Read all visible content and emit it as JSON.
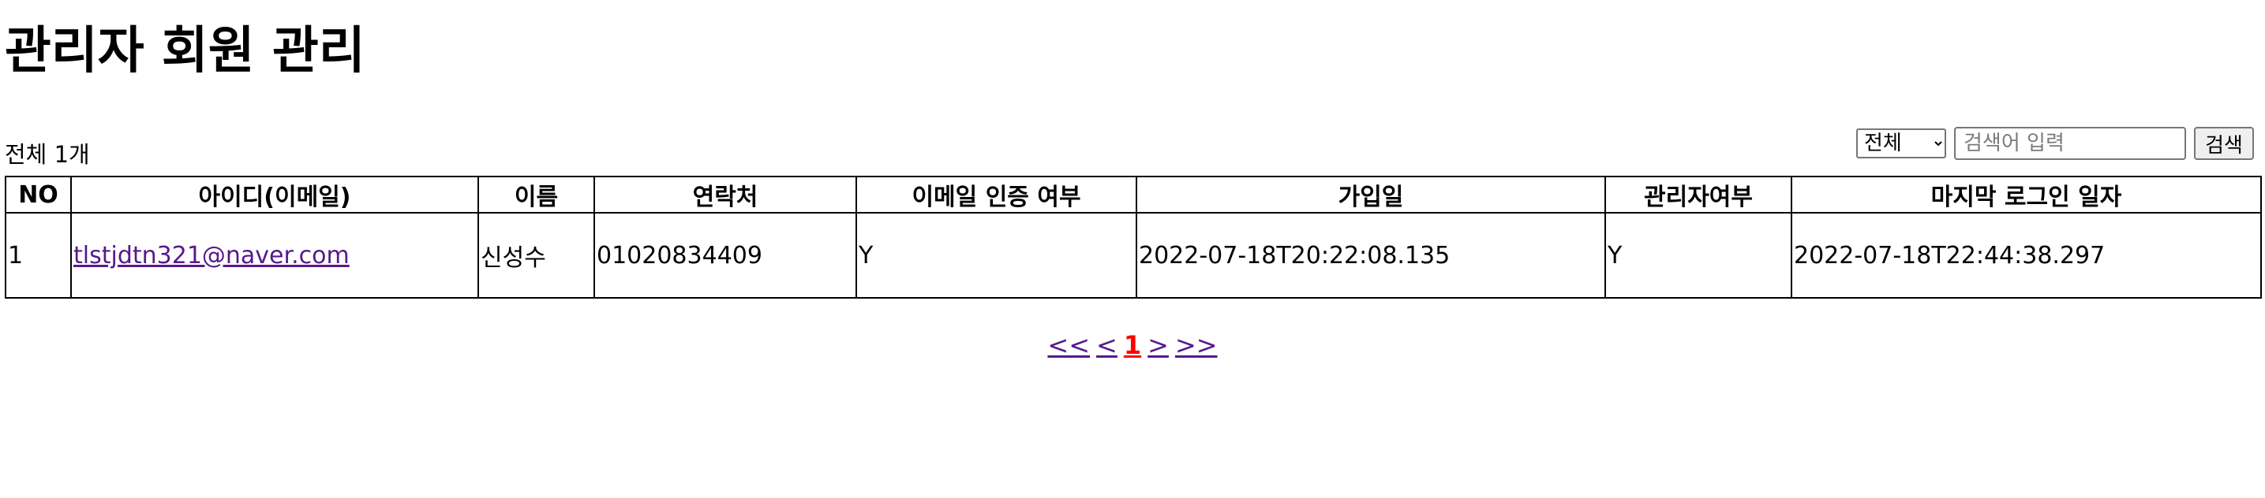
{
  "page": {
    "title": "관리자 회원 관리"
  },
  "summary": {
    "total_text": "전체 1개"
  },
  "search": {
    "options": [
      "전체"
    ],
    "selected": "전체",
    "placeholder": "검색어 입력",
    "button_label": "검색"
  },
  "table": {
    "headers": [
      "NO",
      "아이디(이메일)",
      "이름",
      "연락처",
      "이메일 인증 여부",
      "가입일",
      "관리자여부",
      "마지막 로그인 일자"
    ],
    "rows": [
      {
        "no": "1",
        "email": "tlstjdtn321@naver.com",
        "name": "신성수",
        "phone": "01020834409",
        "email_verified": "Y",
        "joined_at": "2022-07-18T20:22:08.135",
        "is_admin": "Y",
        "last_login": "2022-07-18T22:44:38.297"
      }
    ]
  },
  "pagination": {
    "first": "<<",
    "prev": "<",
    "current": "1",
    "next": ">",
    "last": ">>"
  },
  "colors": {
    "link": "#551a8b",
    "current_page": "#ff0000"
  }
}
